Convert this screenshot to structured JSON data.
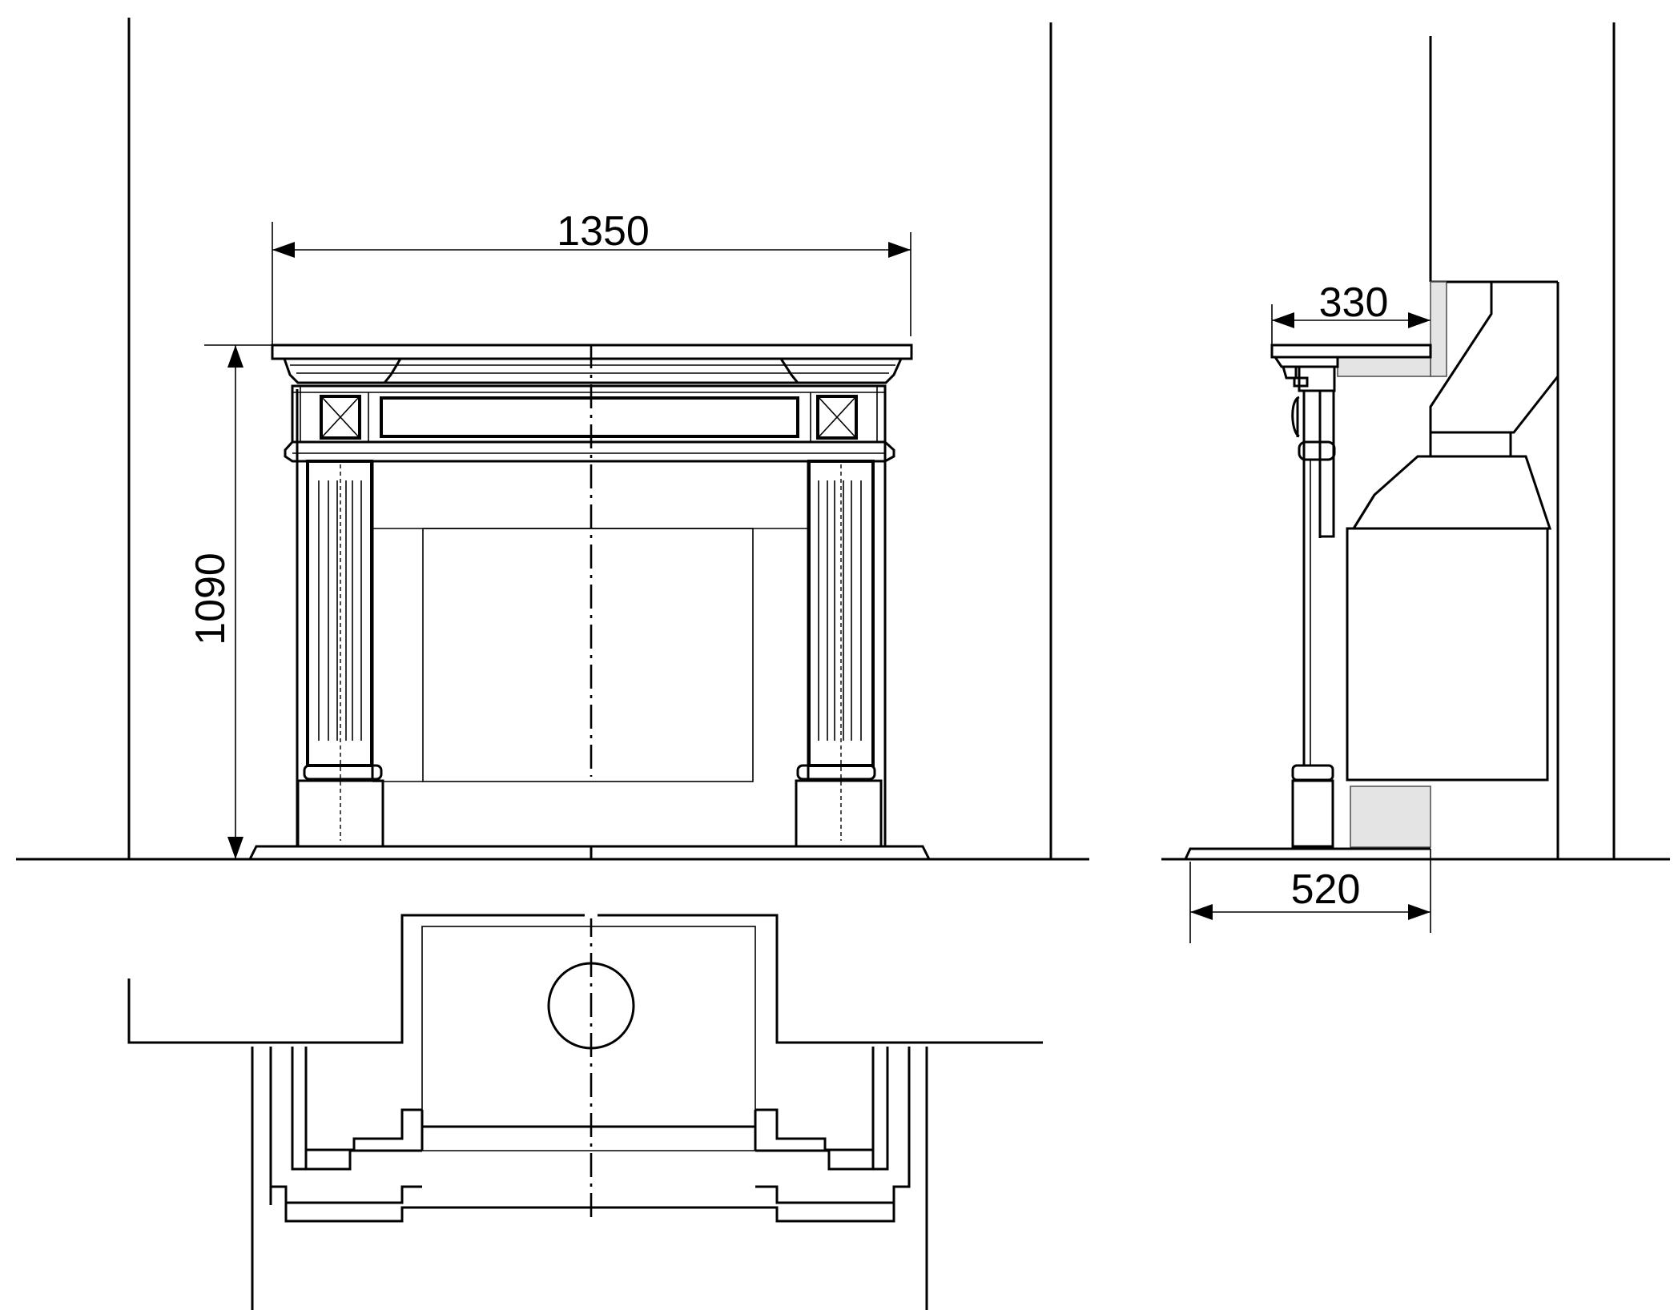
{
  "dimensions": {
    "width": "1350",
    "height": "1090",
    "side_depth": "330",
    "base_depth": "520"
  }
}
